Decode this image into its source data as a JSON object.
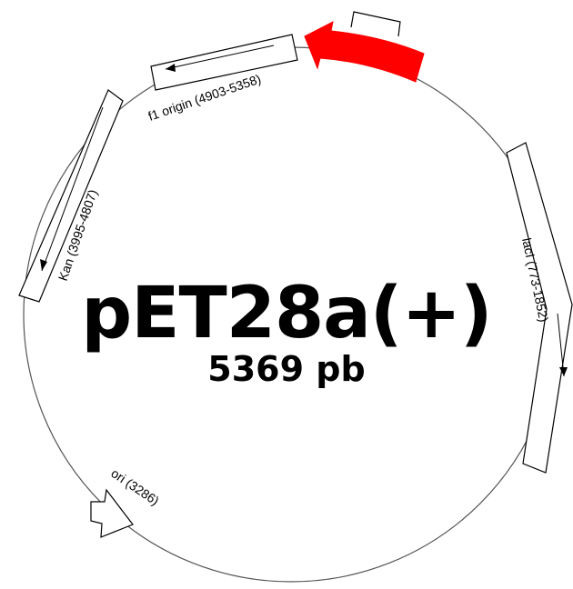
{
  "plasmid": {
    "name": "pET28a(+)",
    "size": "5369 pb"
  },
  "features": [
    {
      "id": "f1-origin",
      "label": "f1 origin (4903-5358)"
    },
    {
      "id": "kan",
      "label": "Kan (3995-4807)"
    },
    {
      "id": "laci",
      "label": "lacI (773-1852)"
    },
    {
      "id": "ori",
      "label": "ori (3286)"
    }
  ],
  "colors": {
    "highlight": "#ff0000",
    "outline": "#000000",
    "backbone": "#555555"
  }
}
